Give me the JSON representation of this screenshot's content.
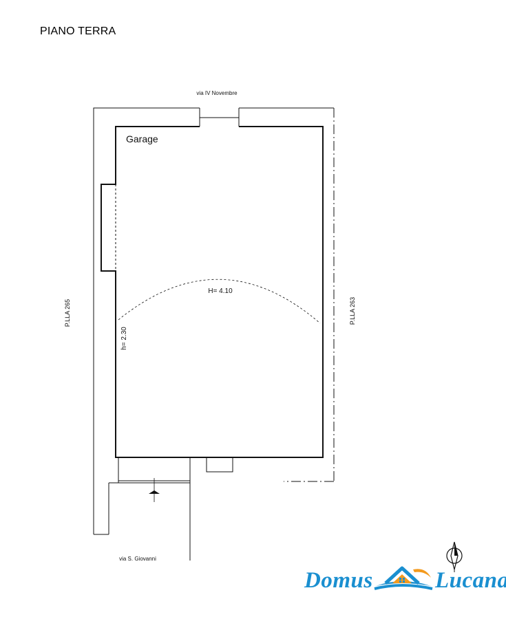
{
  "page": {
    "title": "PIANO TERRA"
  },
  "plan": {
    "room_label": "Garage",
    "street_top": "via IV Novembre",
    "street_bottom": "via S. Giovanni",
    "parcel_left": "P.LLA 265",
    "parcel_right": "P.LLA 263",
    "height_max": "H= 4.10",
    "height_min": "h= 2.30"
  },
  "logo": {
    "word_left": "Domus",
    "word_right": "Lucana"
  },
  "colors": {
    "logo_blue": "#1a8fd0",
    "logo_orange": "#f39a1e",
    "lines": "#111111"
  },
  "icons": [
    "compass-icon",
    "house-logo-icon",
    "entrance-arrow-icon"
  ]
}
